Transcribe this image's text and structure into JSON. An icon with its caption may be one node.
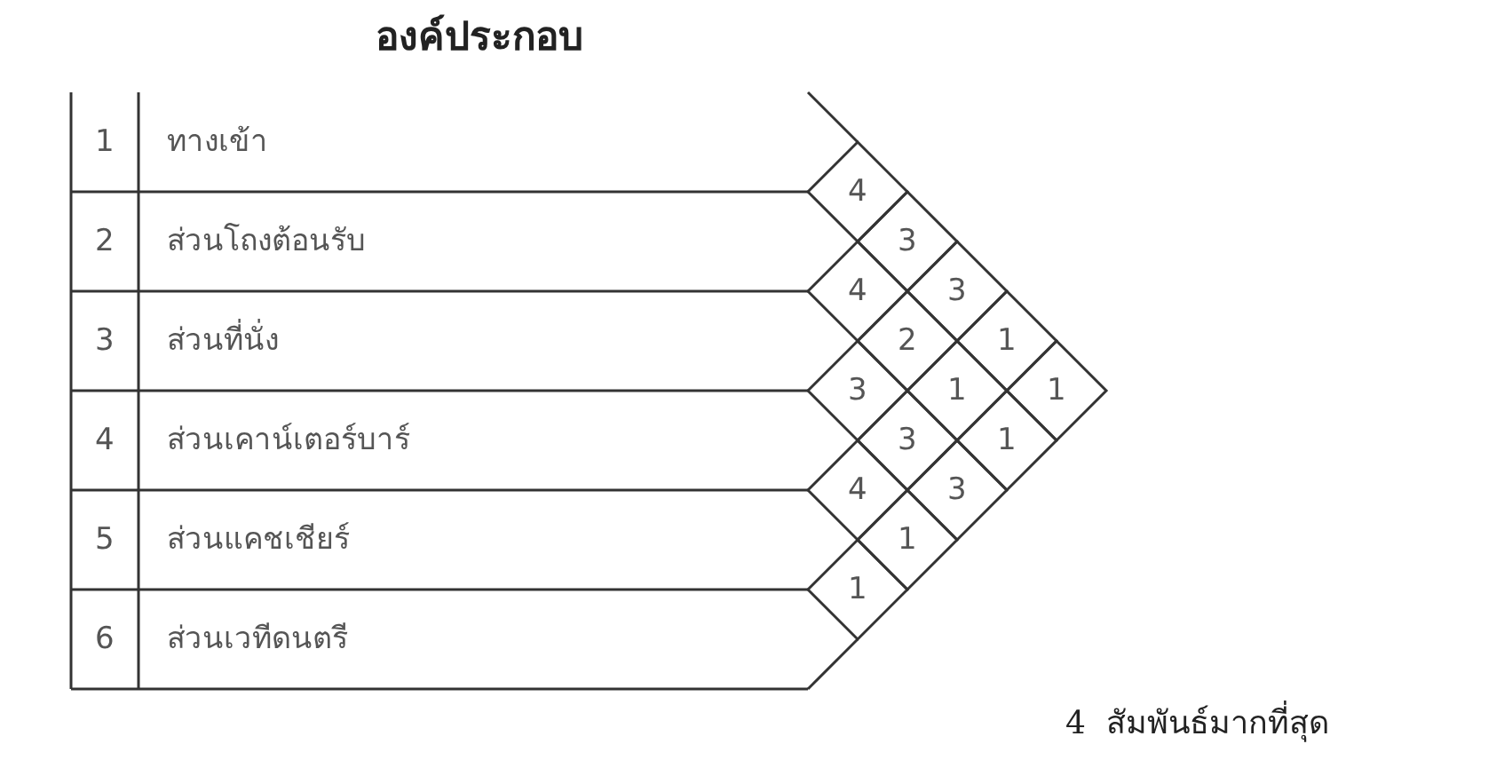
{
  "diagram": {
    "title": "องค์ประกอบ",
    "labels": [
      "1",
      "ทางเข้า",
      "2",
      "ส่วนโถงต้อนรับ",
      "3",
      "ส่วนที่นั่ง",
      "4",
      "ส่วนเคาน์เตอร์บาร์",
      "5",
      "ส่วนแคชเชียร์",
      "6",
      "ส่วนเวทีดนตรี",
      "4",
      "4",
      "3",
      "4",
      "1",
      "3",
      "2",
      "3",
      "1",
      "3",
      "1",
      "3",
      "1",
      "1",
      "1",
      "4  สัมพันธ์มากที่สุด"
    ]
  }
}
